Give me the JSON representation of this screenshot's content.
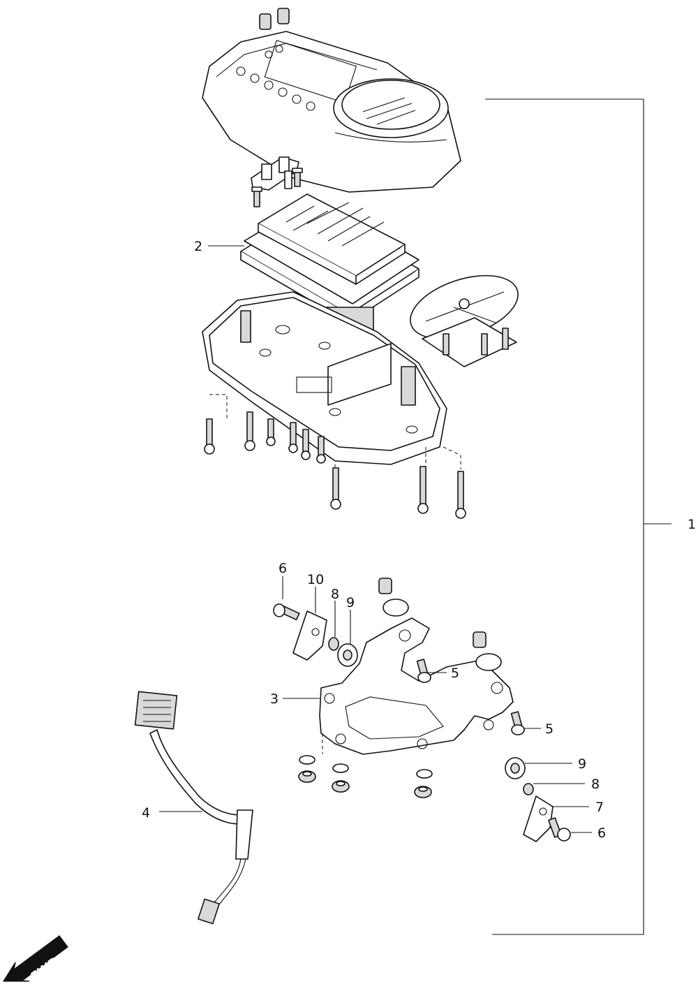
{
  "callouts": {
    "c1": "1",
    "c2": "2",
    "c3": "3",
    "c4": "4",
    "c5a": "5",
    "c5b": "5",
    "c6a": "6",
    "c6b": "6",
    "c7": "7",
    "c8a": "8",
    "c8b": "8",
    "c9a": "9",
    "c9b": "9",
    "c10": "10"
  },
  "direction_arrow": {
    "label": "FWD"
  },
  "parts": [
    {
      "number": "1",
      "icon": "speedometer-assembly-icon"
    },
    {
      "number": "2",
      "icon": "lcd-circuit-board-icon"
    },
    {
      "number": "3",
      "icon": "mounting-bracket-icon"
    },
    {
      "number": "4",
      "icon": "wire-harness-icon"
    },
    {
      "number": "5",
      "icon": "bolt-icon"
    },
    {
      "number": "6",
      "icon": "bolt-icon"
    },
    {
      "number": "7",
      "icon": "clip-icon"
    },
    {
      "number": "8",
      "icon": "collar-icon"
    },
    {
      "number": "9",
      "icon": "rubber-grommet-icon"
    },
    {
      "number": "10",
      "icon": "clip-icon"
    }
  ]
}
